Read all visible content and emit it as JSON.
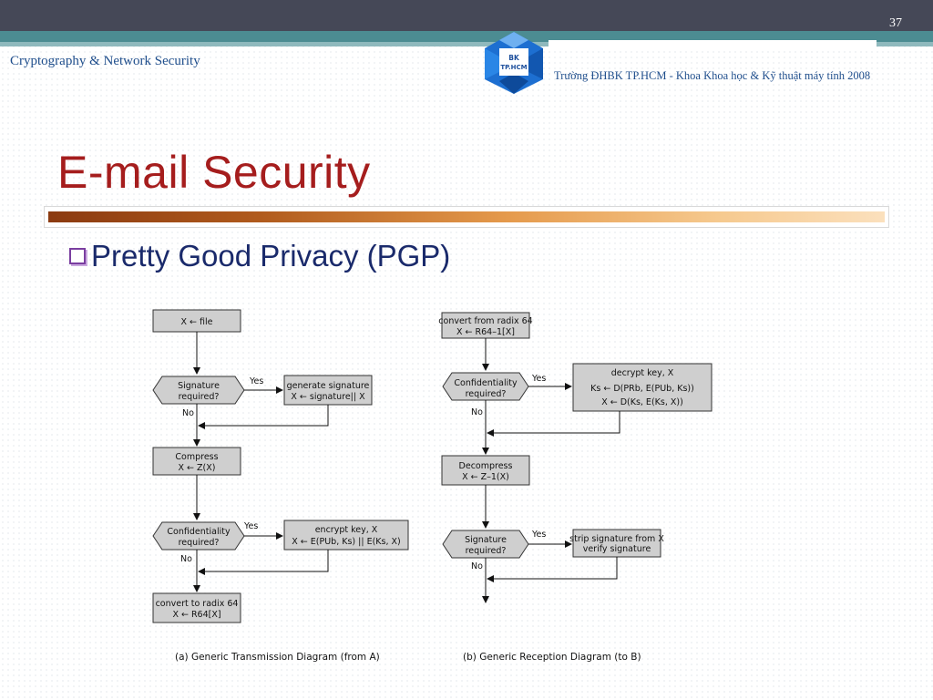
{
  "header": {
    "page_number": "37",
    "course": "Cryptography & Network Security",
    "logo_lines": [
      "BK",
      "TP.HCM"
    ],
    "school": "Trường ĐHBK TP.HCM - Khoa Khoa học & Kỹ thuật máy tính 2008"
  },
  "slide": {
    "title": "E-mail Security",
    "bullet": "Pretty Good Privacy (PGP)"
  },
  "diagram": {
    "transmission": {
      "box_file": "X ← file",
      "sig_q": [
        "Signature",
        "required?"
      ],
      "yes1": "Yes",
      "no1": "No",
      "gen_sig": [
        "generate signature",
        "X ← signature|| X"
      ],
      "compress": [
        "Compress",
        "X ← Z(X)"
      ],
      "conf_q": [
        "Confidentiality",
        "required?"
      ],
      "yes2": "Yes",
      "no2": "No",
      "encrypt": [
        "encrypt key, X",
        "X ← E(PUb, Ks) || E(Ks, X)"
      ],
      "radix": [
        "convert to radix 64",
        "X ← R64[X]"
      ],
      "caption": "(a) Generic Transmission Diagram (from A)"
    },
    "reception": {
      "from_radix": [
        "convert from radix 64",
        "X ← R64–1[X]"
      ],
      "conf_q": [
        "Confidentiality",
        "required?"
      ],
      "yes1": "Yes",
      "no1": "No",
      "decrypt": [
        "decrypt key, X",
        "Ks ← D(PRb, E(PUb, Ks))",
        "X ← D(Ks, E(Ks, X))"
      ],
      "decompress": [
        "Decompress",
        "X ← Z–1(X)"
      ],
      "sig_q": [
        "Signature",
        "required?"
      ],
      "yes2": "Yes",
      "no2": "No",
      "strip": [
        "strip signature from X",
        "verify signature"
      ],
      "caption": "(b) Generic Reception Diagram (to B)"
    }
  }
}
